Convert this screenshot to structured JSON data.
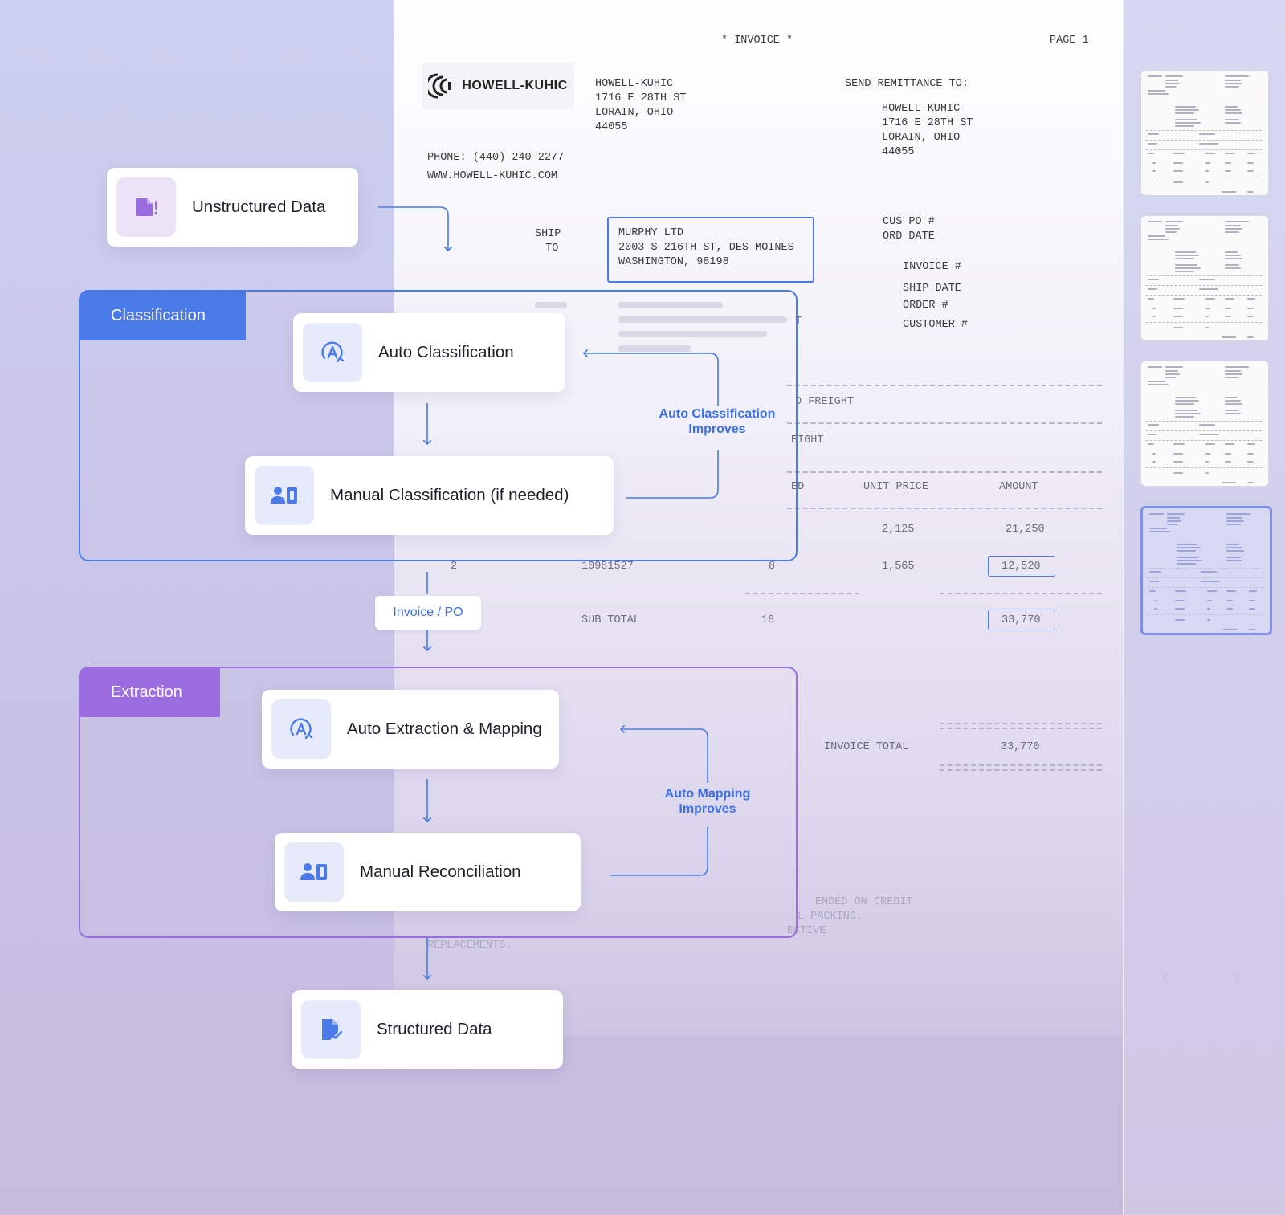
{
  "invoice": {
    "header_title": "* INVOICE *",
    "page_label": "PAGE 1",
    "logo_text": "HOWELL-KUHIC",
    "company_address": [
      "HOWELL-KUHIC",
      "1716 E 28TH ST",
      "LORAIN, OHIO",
      "44055"
    ],
    "remit_label": "SEND REMITTANCE TO:",
    "remit_address": [
      "HOWELL-KUHIC",
      "1716 E 28TH ST",
      "LORAIN, OHIO",
      "44055"
    ],
    "phone": "PHONE: (440) 240-2277",
    "website": "WWW.HOWELL-KUHIC.COM",
    "ship_to_label": [
      "SHIP",
      "TO"
    ],
    "ship_to": [
      "MURPHY LTD",
      "2003 S 216TH ST, DES MOINES",
      "WASHINGTON, 98198"
    ],
    "cus_po_label": "CUS PO #",
    "ord_date_label": "ORD DATE",
    "invoice_no_label": "INVOICE #",
    "ship_date_label": "SHIP DATE",
    "order_no_label": "ORDER #",
    "customer_no_label": "CUSTOMER #",
    "freight_label": "D FREIGHT",
    "freight_label_2": "EIGHT",
    "partial_t": "T",
    "col_shipped": "ED",
    "col_unit_price": "UNIT PRICE",
    "col_amount": "AMOUNT",
    "row1_unit": "2,125",
    "row1_amount": "21,250",
    "row2_item": "2",
    "row2_product": "10981527",
    "row2_qty": "8",
    "row2_unit": "1,565",
    "row2_amount": "12,520",
    "subtotal_label": "SUB TOTAL",
    "subtotal_qty": "18",
    "subtotal_amount": "33,770",
    "invoice_total_label": "INVOICE TOTAL",
    "invoice_total": "33,770",
    "footer_lines": [
      "ENDED ON CREDIT",
      "L PACKING.",
      "ECTIVE",
      "REPLACEMENTS."
    ]
  },
  "thumbnails": {
    "pager_prev": "‹",
    "pager_next": "›"
  },
  "flow": {
    "unstructured": "Unstructured Data",
    "classification_group": "Classification",
    "auto_classification": "Auto Classification",
    "manual_classification": "Manual Classification (if needed)",
    "classification_feedback": [
      "Auto Classification",
      "Improves"
    ],
    "invoice_po": "Invoice / PO",
    "extraction_group": "Extraction",
    "auto_extraction": "Auto Extraction & Mapping",
    "manual_reconciliation": "Manual Reconciliation",
    "mapping_feedback": [
      "Auto Mapping",
      "Improves"
    ],
    "structured": "Structured Data"
  },
  "colors": {
    "accent_blue": "#4a7be8",
    "accent_purple": "#9b6be0",
    "icon_bg": "#e7eafb"
  }
}
